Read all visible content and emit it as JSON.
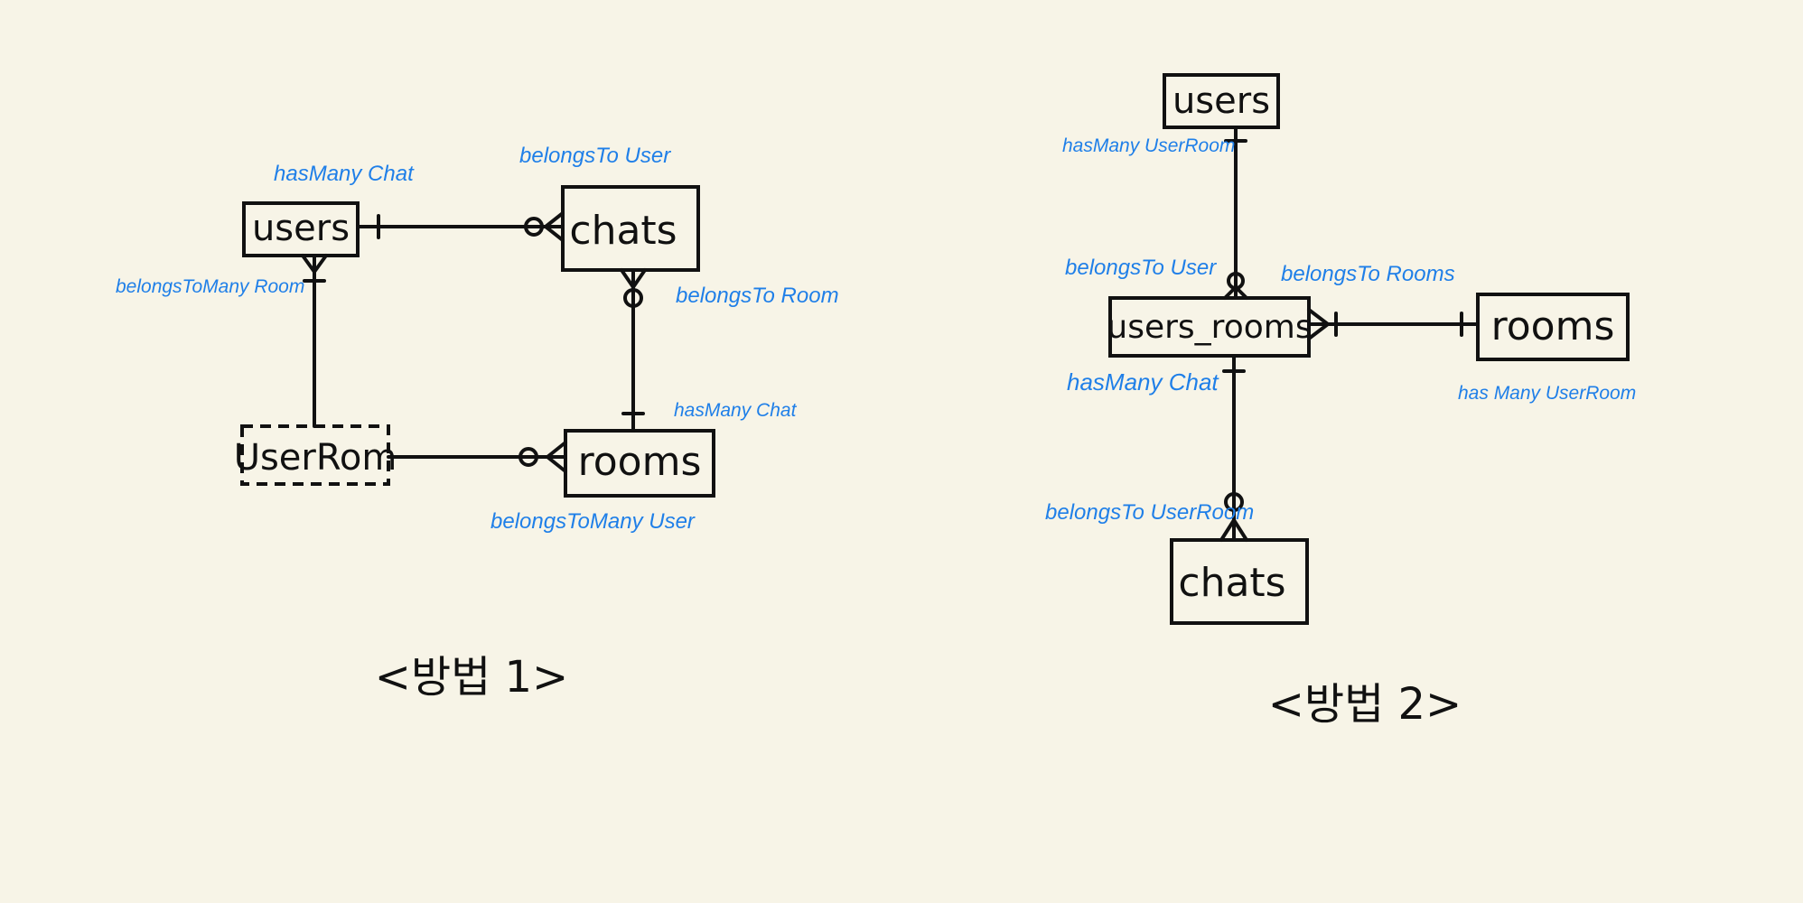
{
  "diagram1": {
    "caption": "<방법 1>",
    "entities": {
      "users": "users",
      "chats": "chats",
      "join": "UserRom",
      "rooms": "rooms"
    },
    "relations": {
      "users_hasmany_chat": "hasMany  Chat",
      "chats_belongsto_user": "belongsTo  User",
      "users_belongstomany_room": "belongsToMany   Room",
      "chats_belongsto_room": "belongsTo  Room",
      "rooms_hasmany_chat": "hasMany  Chat",
      "rooms_belongstomany_user": "belongsToMany   User"
    }
  },
  "diagram2": {
    "caption": "<방법 2>",
    "entities": {
      "users": "users",
      "users_rooms": "users_rooms",
      "rooms": "rooms",
      "chats": "chats"
    },
    "relations": {
      "users_hasmany_userroom": "hasMany   UserRoom",
      "usersrooms_belongsto_user": "belongsTo   User",
      "usersrooms_belongsto_rooms": "belongsTo Rooms",
      "usersrooms_hasmany_chat": "hasMany Chat",
      "rooms_hasmany_userroom": "has Many   UserRoom",
      "chats_belongsto_userroom": "belongsTo UserRoom"
    }
  },
  "colors": {
    "background": "#f7f4e7",
    "ink": "#111111",
    "annotation": "#1f7fe8"
  }
}
